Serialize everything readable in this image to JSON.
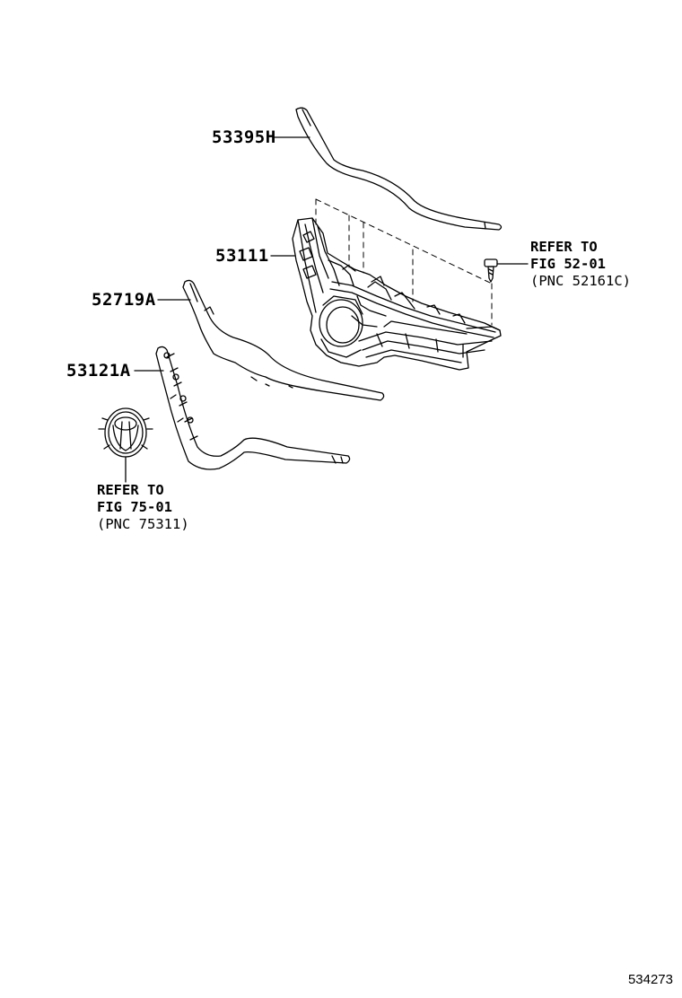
{
  "parts": {
    "p53395": "53395H",
    "p53111": "53111",
    "p52719": "52719A",
    "p53121": "53121A"
  },
  "refs": {
    "clip": {
      "line1": "REFER TO",
      "line2": "FIG 52-01",
      "line3": "(PNC 52161C)"
    },
    "emblem": {
      "line1": "REFER TO",
      "line2": "FIG 75-01",
      "line3": "(PNC 75311)"
    }
  },
  "figure_id": "534273",
  "colors": {
    "ink": "#000000",
    "background": "#ffffff"
  }
}
